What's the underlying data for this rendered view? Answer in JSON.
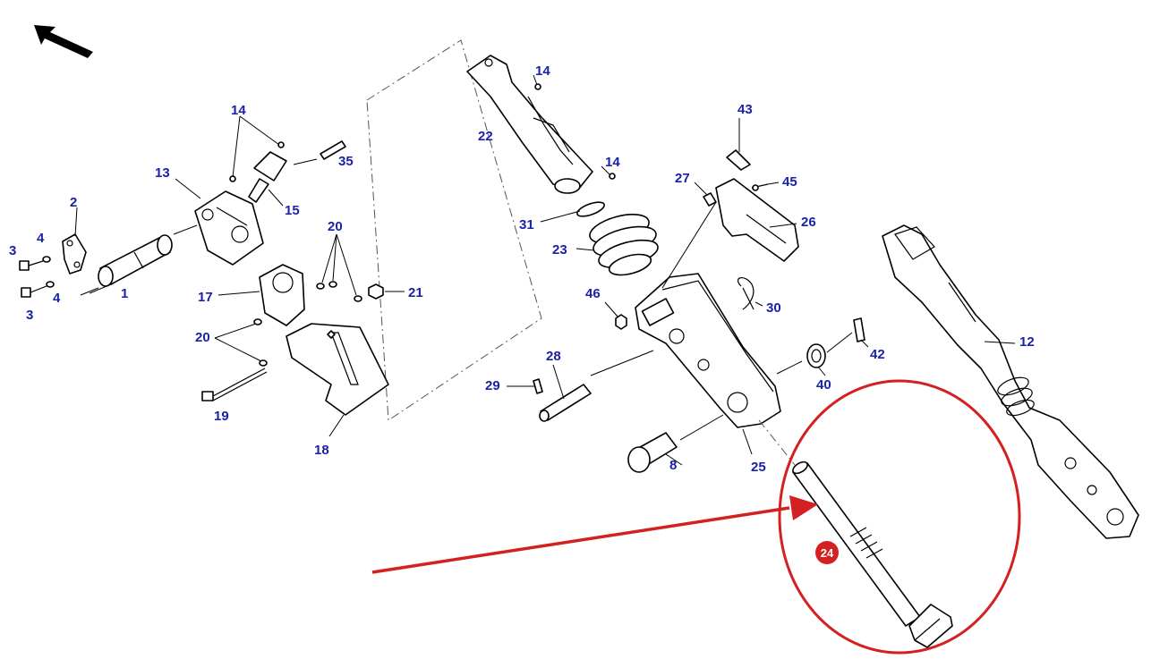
{
  "diagram": {
    "colors": {
      "label": "#1a22a8",
      "highlight": "#d42020",
      "line": "#000000"
    },
    "labels": [
      {
        "id": "l14a",
        "text": "14"
      },
      {
        "id": "l14b",
        "text": "14"
      },
      {
        "id": "l14c",
        "text": "14"
      },
      {
        "id": "l22",
        "text": "22"
      },
      {
        "id": "l35",
        "text": "35"
      },
      {
        "id": "l13",
        "text": "13"
      },
      {
        "id": "l15",
        "text": "15"
      },
      {
        "id": "l2",
        "text": "2"
      },
      {
        "id": "l3a",
        "text": "3"
      },
      {
        "id": "l4a",
        "text": "4"
      },
      {
        "id": "l4b",
        "text": "4"
      },
      {
        "id": "l3b",
        "text": "3"
      },
      {
        "id": "l1",
        "text": "1"
      },
      {
        "id": "l17",
        "text": "17"
      },
      {
        "id": "l20a",
        "text": "20"
      },
      {
        "id": "l21",
        "text": "21"
      },
      {
        "id": "l20b",
        "text": "20"
      },
      {
        "id": "l19",
        "text": "19"
      },
      {
        "id": "l18",
        "text": "18"
      },
      {
        "id": "l43",
        "text": "43"
      },
      {
        "id": "l27",
        "text": "27"
      },
      {
        "id": "l45",
        "text": "45"
      },
      {
        "id": "l26",
        "text": "26"
      },
      {
        "id": "l31",
        "text": "31"
      },
      {
        "id": "l23",
        "text": "23"
      },
      {
        "id": "l46",
        "text": "46"
      },
      {
        "id": "l30",
        "text": "30"
      },
      {
        "id": "l28",
        "text": "28"
      },
      {
        "id": "l29",
        "text": "29"
      },
      {
        "id": "l42",
        "text": "42"
      },
      {
        "id": "l40",
        "text": "40"
      },
      {
        "id": "l12",
        "text": "12"
      },
      {
        "id": "l8",
        "text": "8"
      },
      {
        "id": "l25",
        "text": "25"
      }
    ],
    "highlighted_part": {
      "text": "24"
    }
  }
}
